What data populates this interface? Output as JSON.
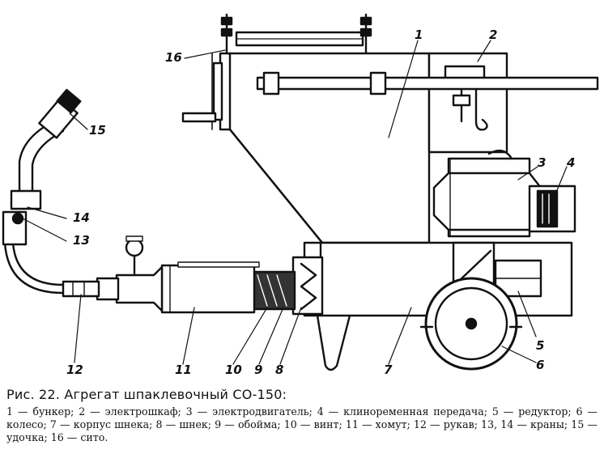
{
  "figure": {
    "callouts": {
      "c1": "1",
      "c2": "2",
      "c3": "3",
      "c4": "4",
      "c5": "5",
      "c6": "6",
      "c7": "7",
      "c8": "8",
      "c9": "9",
      "c10": "10",
      "c11": "11",
      "c12": "12",
      "c13": "13",
      "c14": "14",
      "c15": "15",
      "c16": "16"
    }
  },
  "caption": {
    "title": "Рис. 22. Агрегат шпаклевочный СО-150:",
    "legend": "1 — бункер; 2 — электрошкаф; 3 — электродвигатель; 4 — клиноременная передача; 5 — редуктор; 6 — колесо; 7 — корпус шнека; 8 — шнек; 9 — обойма; 10 — винт; 11 — хомут; 12 — рукав; 13, 14 — краны; 15 — удочка; 16 — сито."
  }
}
